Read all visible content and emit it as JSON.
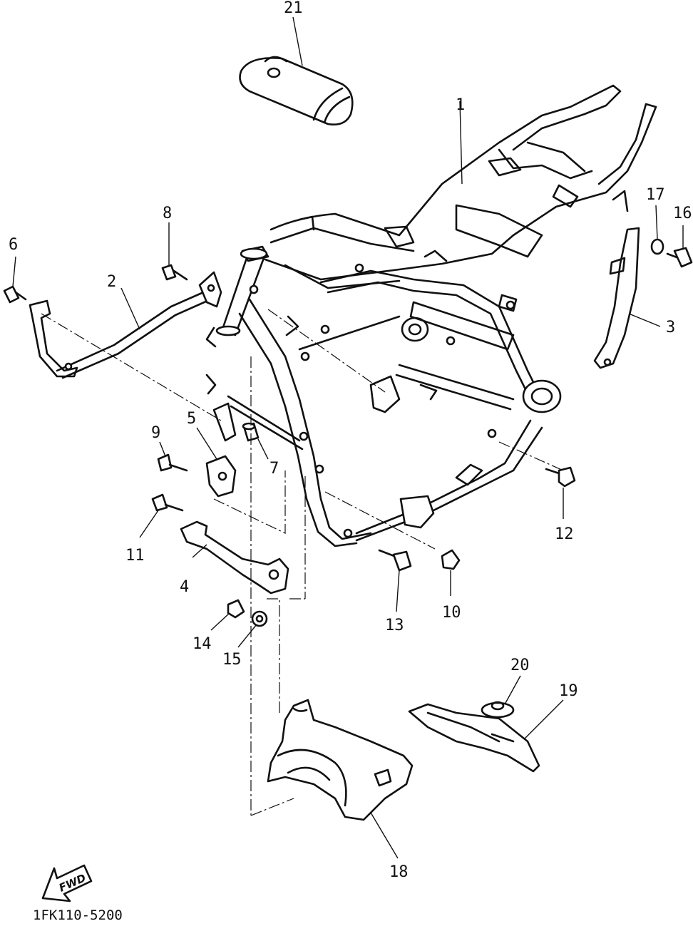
{
  "diagram": {
    "code": "1FK110-5200",
    "fwd_label": "FWD",
    "callouts": {
      "c1": "1",
      "c2": "2",
      "c3": "3",
      "c4": "4",
      "c5": "5",
      "c6": "6",
      "c7": "7",
      "c8": "8",
      "c9": "9",
      "c10": "10",
      "c11": "11",
      "c12": "12",
      "c13": "13",
      "c14": "14",
      "c15": "15",
      "c16": "16",
      "c17": "17",
      "c18": "18",
      "c19": "19",
      "c20": "20",
      "c21": "21"
    }
  }
}
